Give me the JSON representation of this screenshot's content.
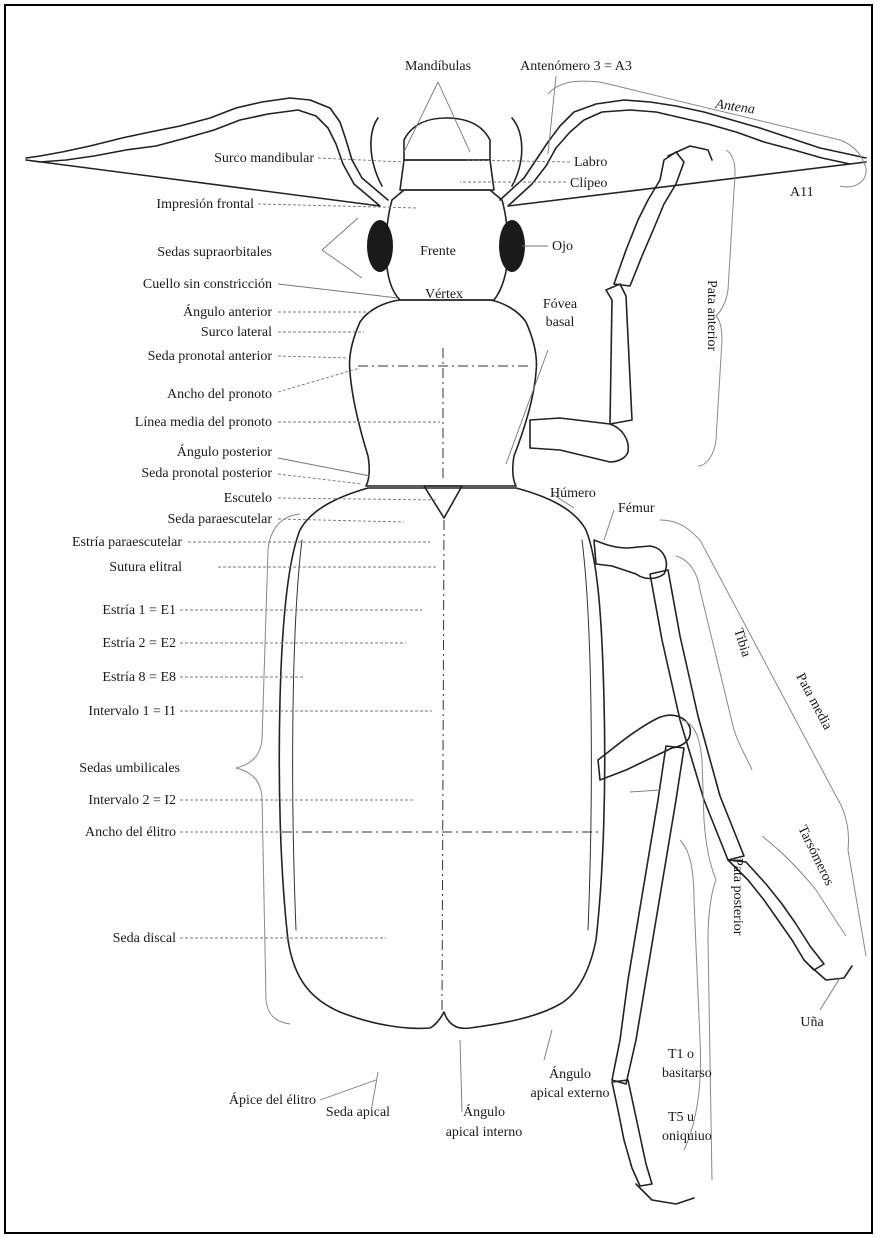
{
  "labels": {
    "mandibulas": "Mandíbulas",
    "antenomero3": "Antenómero 3 = A3",
    "antena": "Antena",
    "a11": "A11",
    "surco_mandibular": "Surco mandibular",
    "labro": "Labro",
    "clipeo": "Clípeo",
    "impresion_frontal": "Impresión frontal",
    "sedas_supraorbitales": "Sedas supraorbitales",
    "frente": "Frente",
    "ojo": "Ojo",
    "cuello": "Cuello sin constricción",
    "vertex": "Vértex",
    "angulo_anterior": "Ángulo anterior",
    "fovea_basal_1": "Fóvea",
    "fovea_basal_2": "basal",
    "surco_lateral": "Surco lateral",
    "seda_pronotal_anterior": "Seda pronotal anterior",
    "pata_anterior": "Pata anterior",
    "ancho_pronoto": "Ancho del pronoto",
    "linea_media_pronoto": "Línea media del pronoto",
    "angulo_posterior": "Ángulo posterior",
    "seda_pronotal_posterior": "Seda pronotal posterior",
    "escutelo": "Escutelo",
    "humero": "Húmero",
    "femur": "Fémur",
    "seda_paraescutelar": "Seda paraescutelar",
    "estria_paraescutelar": "Estría paraescutelar",
    "sutura_elitral": "Sutura elitral",
    "estria1": "Estría 1 = E1",
    "estria2": "Estría 2 = E2",
    "tibia": "Tibia",
    "pata_media": "Pata media",
    "estria8": "Estría 8 = E8",
    "intervalo1": "Intervalo 1 = I1",
    "sedas_umbilicales": "Sedas umbilicales",
    "intervalo2": "Intervalo 2 = I2",
    "ancho_elitro": "Ancho del élitro",
    "tarsomeros": "Tarsómeros",
    "seda_discal": "Seda discal",
    "pata_posterior": "Pata posterior",
    "una": "Uña",
    "t1_1": "T1 o",
    "t1_2": "basitarso",
    "apice_elitro": "Ápice del élitro",
    "angulo_apical_externo_1": "Ángulo",
    "angulo_apical_externo_2": "apical externo",
    "t5_1": "T5 u",
    "t5_2": "oniquiuo",
    "seda_apical": "Seda apical",
    "angulo_apical_interno_1": "Ángulo",
    "angulo_apical_interno_2": "apical interno"
  },
  "colors": {
    "line": "#222222",
    "label_text": "#1a1a1a",
    "leader": "#777777"
  }
}
